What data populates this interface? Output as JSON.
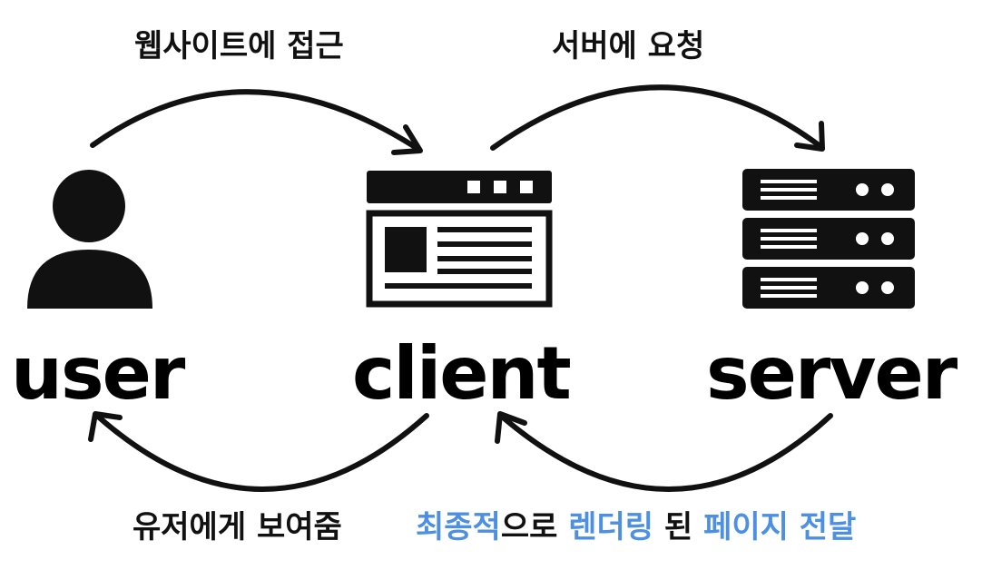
{
  "arrows": {
    "user_to_client": "웹사이트에 접근",
    "client_to_server": "서버에 요청",
    "client_to_user": "유저에게 보여줌",
    "server_to_client": {
      "part1": "최종적",
      "part2": "으로 ",
      "part3": "렌더링",
      "part4": " 된 ",
      "part5": "페이지",
      "part6": " ",
      "part7": "전달"
    }
  },
  "nodes": {
    "user": {
      "label": "user",
      "icon": "user-icon"
    },
    "client": {
      "label": "client",
      "icon": "browser-window-icon"
    },
    "server": {
      "label": "server",
      "icon": "server-rack-icon"
    }
  },
  "colors": {
    "ink": "#111111",
    "highlight": "#4d8fe3"
  }
}
